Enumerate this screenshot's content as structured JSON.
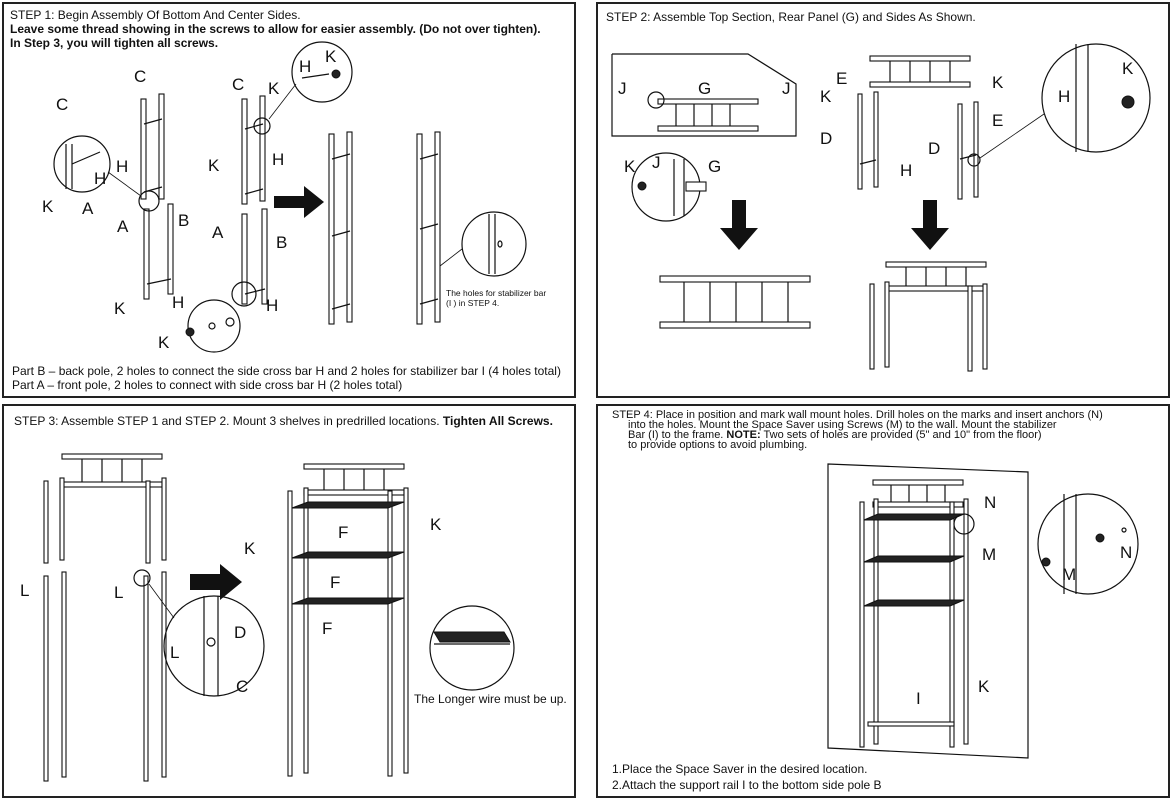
{
  "step1": {
    "line1": "STEP 1: Begin Assembly Of Bottom And Center Sides.",
    "line2": "Leave some thread showing in the screws to allow for easier assembly. (Do not over tighten).",
    "line3": "In Step 3, you will tighten all screws.",
    "note_stabilizer_1": "The holes for stabilizer bar",
    "note_stabilizer_2": "(I ) in STEP 4.",
    "part_b": "Part B – back pole, 2 holes to connect the side cross bar H and 2 holes for stabilizer bar I (4 holes total)",
    "part_a": "Part A – front pole, 2 holes to connect with side cross bar H (2 holes total)",
    "labels": [
      "C",
      "C",
      "K",
      "H",
      "K",
      "C",
      "H",
      "K",
      "H",
      "H",
      "K",
      "A",
      "A",
      "B",
      "A",
      "B",
      "K",
      "H",
      "H",
      "K"
    ]
  },
  "step2": {
    "title": "STEP 2:  Assemble Top Section, Rear Panel (G) and Sides As Shown.",
    "labels": [
      "J",
      "G",
      "J",
      "K",
      "J",
      "G",
      "E",
      "K",
      "K",
      "D",
      "H",
      "E",
      "D",
      "H",
      "K"
    ]
  },
  "step3": {
    "title_plain": "STEP 3: Assemble STEP 1 and STEP 2.  Mount 3 shelves in predrilled locations. ",
    "title_bold": "Tighten All Screws.",
    "wire_note": "The Longer wire must be up.",
    "labels": [
      "L",
      "L",
      "D",
      "L",
      "C",
      "K",
      "K",
      "F",
      "F",
      "F"
    ]
  },
  "step4": {
    "line1": "STEP 4: Place in position and mark wall mount holes. Drill holes on the marks and insert anchors (N)",
    "line2": "into the holes. Mount the Space Saver using Screws (M) to the wall. Mount the stabilizer",
    "line3_plain": "Bar (I) to the frame. ",
    "line3_bold": "NOTE:",
    "line3_rest": " Two sets of holes are provided (5\" and 10\" from the floor)",
    "line4": "to provide options to avoid plumbing.",
    "instruction1": "1.Place the Space Saver in the desired location.",
    "instruction2": "2.Attach the support rail I to the bottom side pole B",
    "labels": [
      "N",
      "M",
      "M",
      "N",
      "I",
      "K"
    ]
  }
}
